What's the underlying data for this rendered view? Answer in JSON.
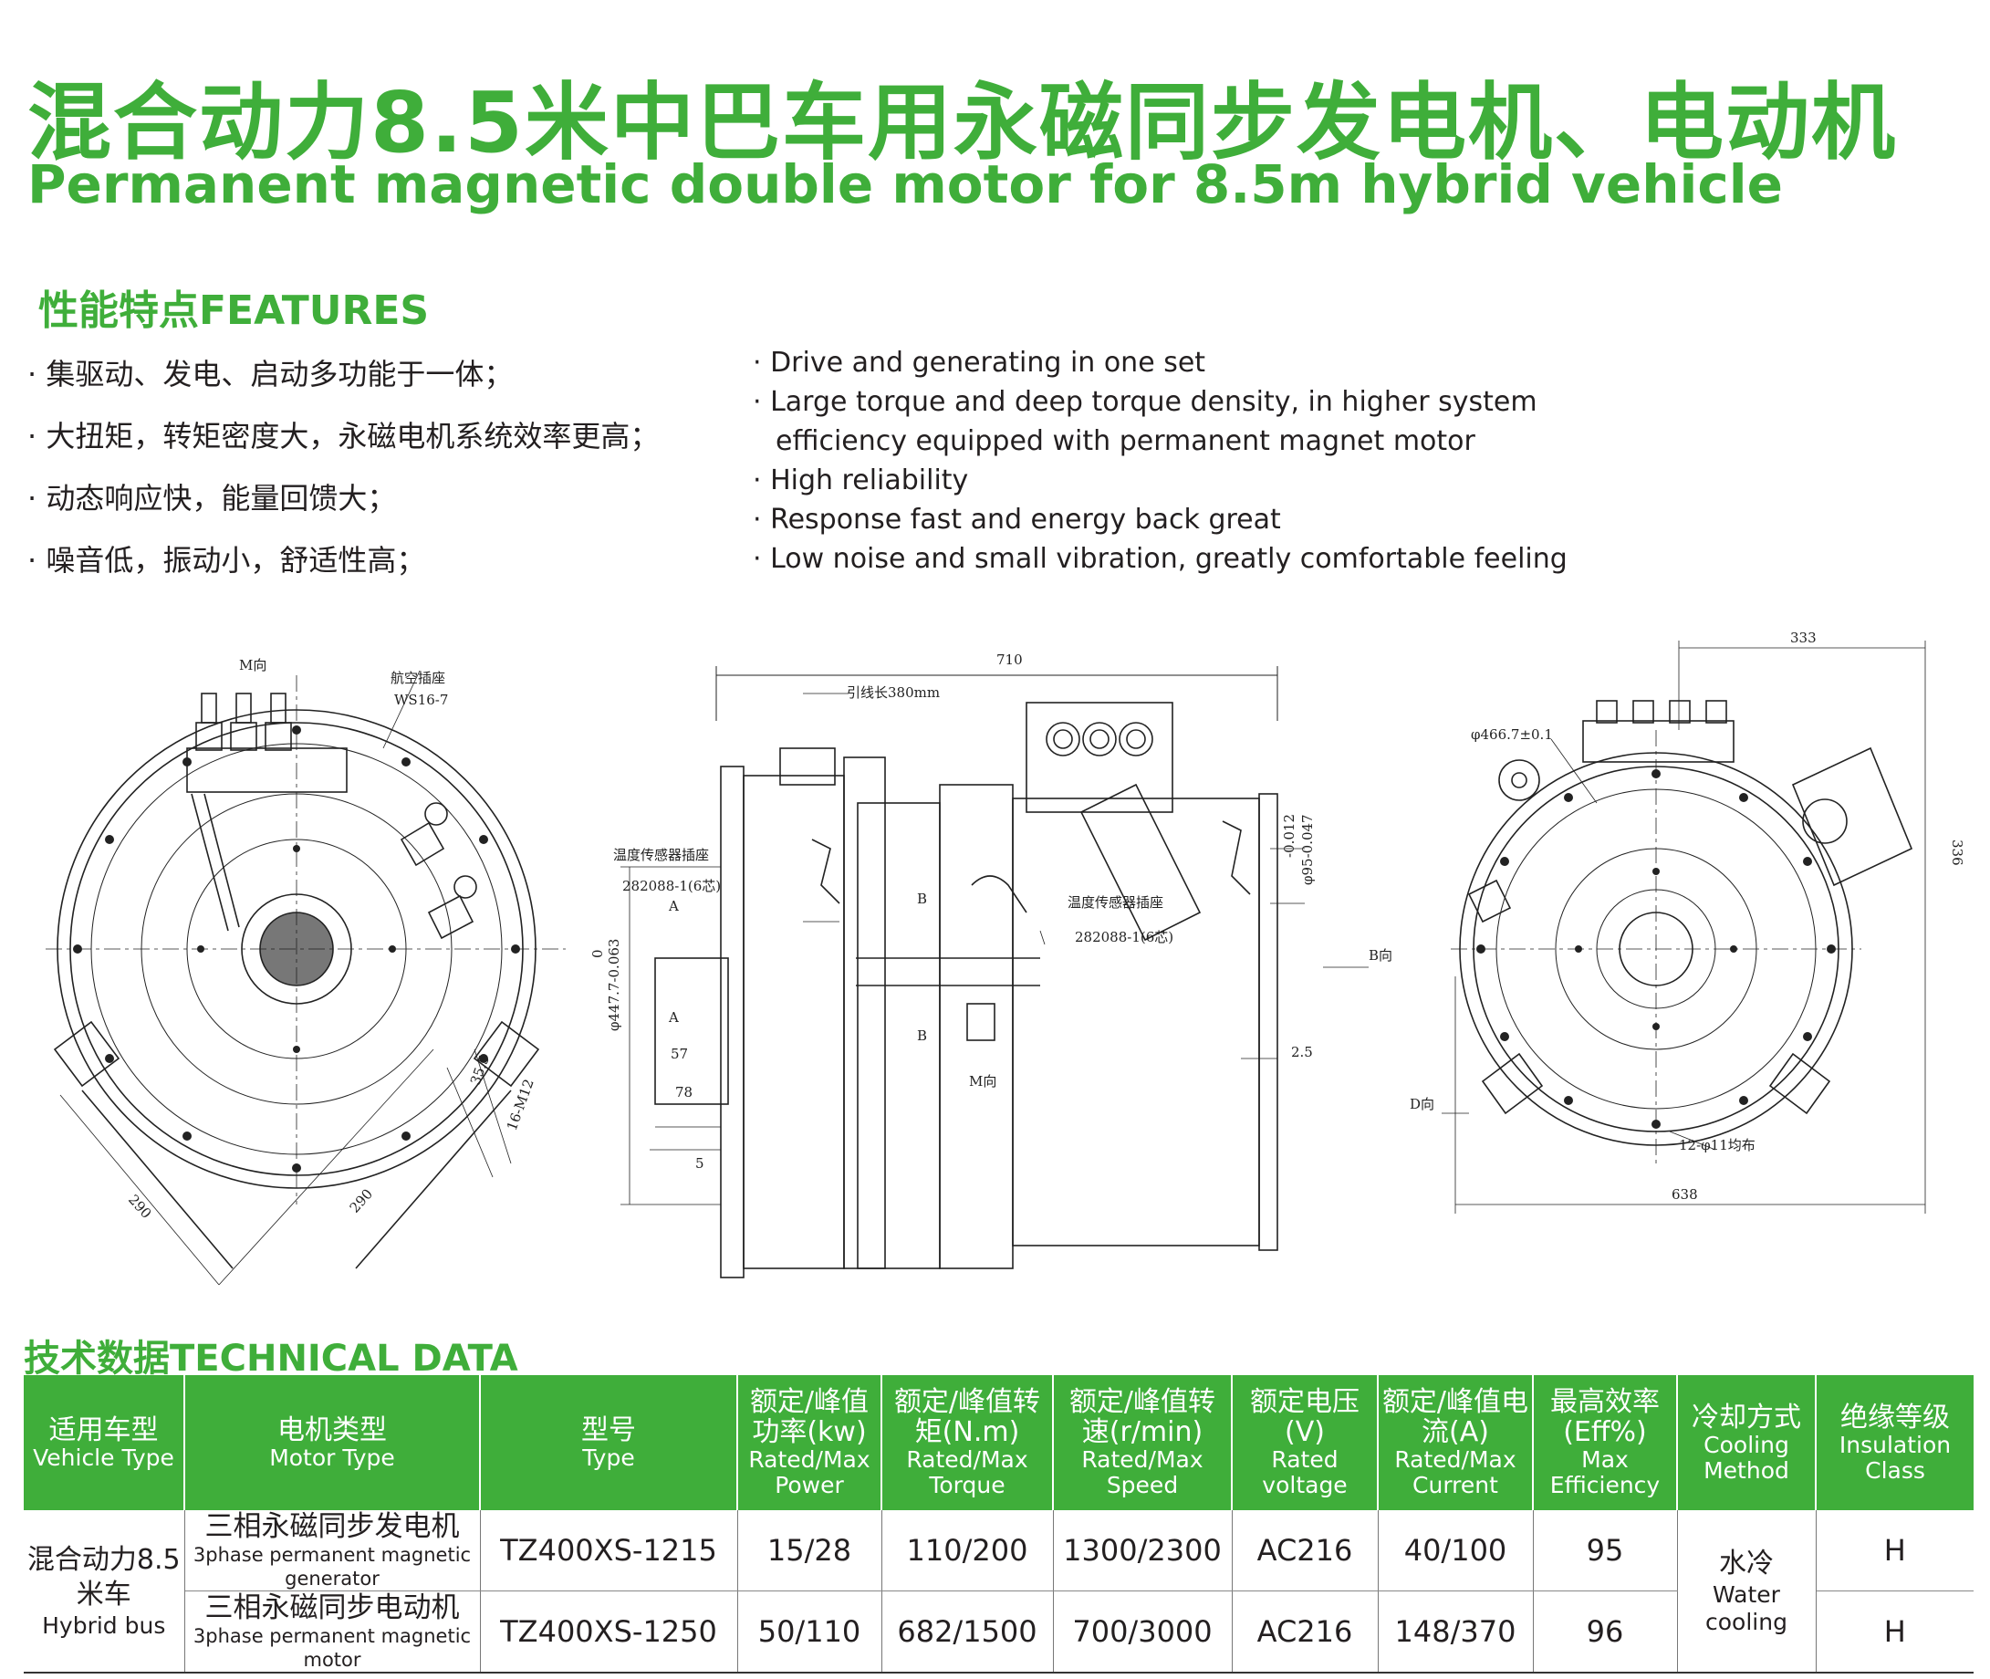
{
  "title": {
    "cn": "混合动力8.5米中巴车用永磁同步发电机、电动机",
    "en": "Permanent magnetic double motor for 8.5m hybrid vehicle"
  },
  "features": {
    "heading": "性能特点FEATURES",
    "cn": [
      "· 集驱动、发电、启动多功能于一体；",
      "· 大扭矩，转矩密度大，永磁电机系统效率更高；",
      "· 动态响应快，能量回馈大；",
      "· 噪音低，振动小，舒适性高；"
    ],
    "en": [
      "· Drive and generating in one set",
      "· Large torque and deep torque density, in higher system",
      "efficiency equipped with permanent magnet motor",
      "· High reliability",
      "· Response fast and energy back great",
      "· Low noise and small vibration, greatly comfortable feeling"
    ]
  },
  "drawings": {
    "left": {
      "m_dir": "M向",
      "socket_label": "航空插座",
      "socket_model": "WS16-7",
      "dim_290_a": "290",
      "dim_290_b": "290",
      "dim_355": "35.5",
      "dim_holes": "16-M12"
    },
    "middle": {
      "dim_710": "710",
      "lead_length": "引线长380mm",
      "temp_sensor_1": "温度传感器插座",
      "temp_model_1": "282088-1(6芯)",
      "temp_sensor_2": "温度传感器插座",
      "temp_model_2": "282088-1(6芯)",
      "dia_4477": "φ447.7-0.063",
      "dia_4477_zero": "0",
      "dia_95": "φ95-0.047",
      "dia_95_tol": "-0.012",
      "dim_57": "57",
      "dim_78": "78",
      "dim_5": "5",
      "dim_25": "2.5",
      "b_dir": "B向",
      "m_dir": "M向",
      "sec_a1": "A",
      "sec_a2": "A",
      "sec_b1": "B",
      "sec_b2": "B"
    },
    "right": {
      "dim_333": "333",
      "dim_336": "336",
      "dim_638": "638",
      "dia_4667": "φ466.7±0.1",
      "holes": "12-φ11均布",
      "d_dir": "D向"
    }
  },
  "tech": {
    "heading": "技术数据TECHNICAL DATA",
    "headers": [
      {
        "cn": "适用车型",
        "en": "Vehicle Type"
      },
      {
        "cn": "电机类型",
        "en": "Motor Type"
      },
      {
        "cn": "型号",
        "en": "Type"
      },
      {
        "cn": "额定/峰值功率(kw)",
        "en": "Rated/Max Power"
      },
      {
        "cn": "额定/峰值转矩(N.m)",
        "en": "Rated/Max Torque"
      },
      {
        "cn": "额定/峰值转速(r/min)",
        "en": "Rated/Max Speed"
      },
      {
        "cn": "额定电压(V)",
        "en": "Rated voltage"
      },
      {
        "cn": "额定/峰值电流(A)",
        "en": "Rated/Max Current"
      },
      {
        "cn": "最高效率(Eff%)",
        "en": "Max Efficiency"
      },
      {
        "cn": "冷却方式",
        "en": "Cooling Method"
      },
      {
        "cn": "绝缘等级",
        "en": "Insulation Class"
      }
    ],
    "vehicle": {
      "cn": "混合动力8.5米车",
      "en": "Hybrid bus"
    },
    "cooling": {
      "cn": "水冷",
      "en": "Water cooling"
    },
    "rows": [
      {
        "motor_cn": "三相永磁同步发电机",
        "motor_en": "3phase permanent magnetic generator",
        "model": "TZ400XS-1215",
        "power": "15/28",
        "torque": "110/200",
        "speed": "1300/2300",
        "voltage": "AC216",
        "current": "40/100",
        "eff": "95",
        "insulation": "H"
      },
      {
        "motor_cn": "三相永磁同步电动机",
        "motor_en": "3phase permanent magnetic motor",
        "model": "TZ400XS-1250",
        "power": "50/110",
        "torque": "682/1500",
        "speed": "700/3000",
        "voltage": "AC216",
        "current": "148/370",
        "eff": "96",
        "insulation": "H"
      }
    ]
  }
}
